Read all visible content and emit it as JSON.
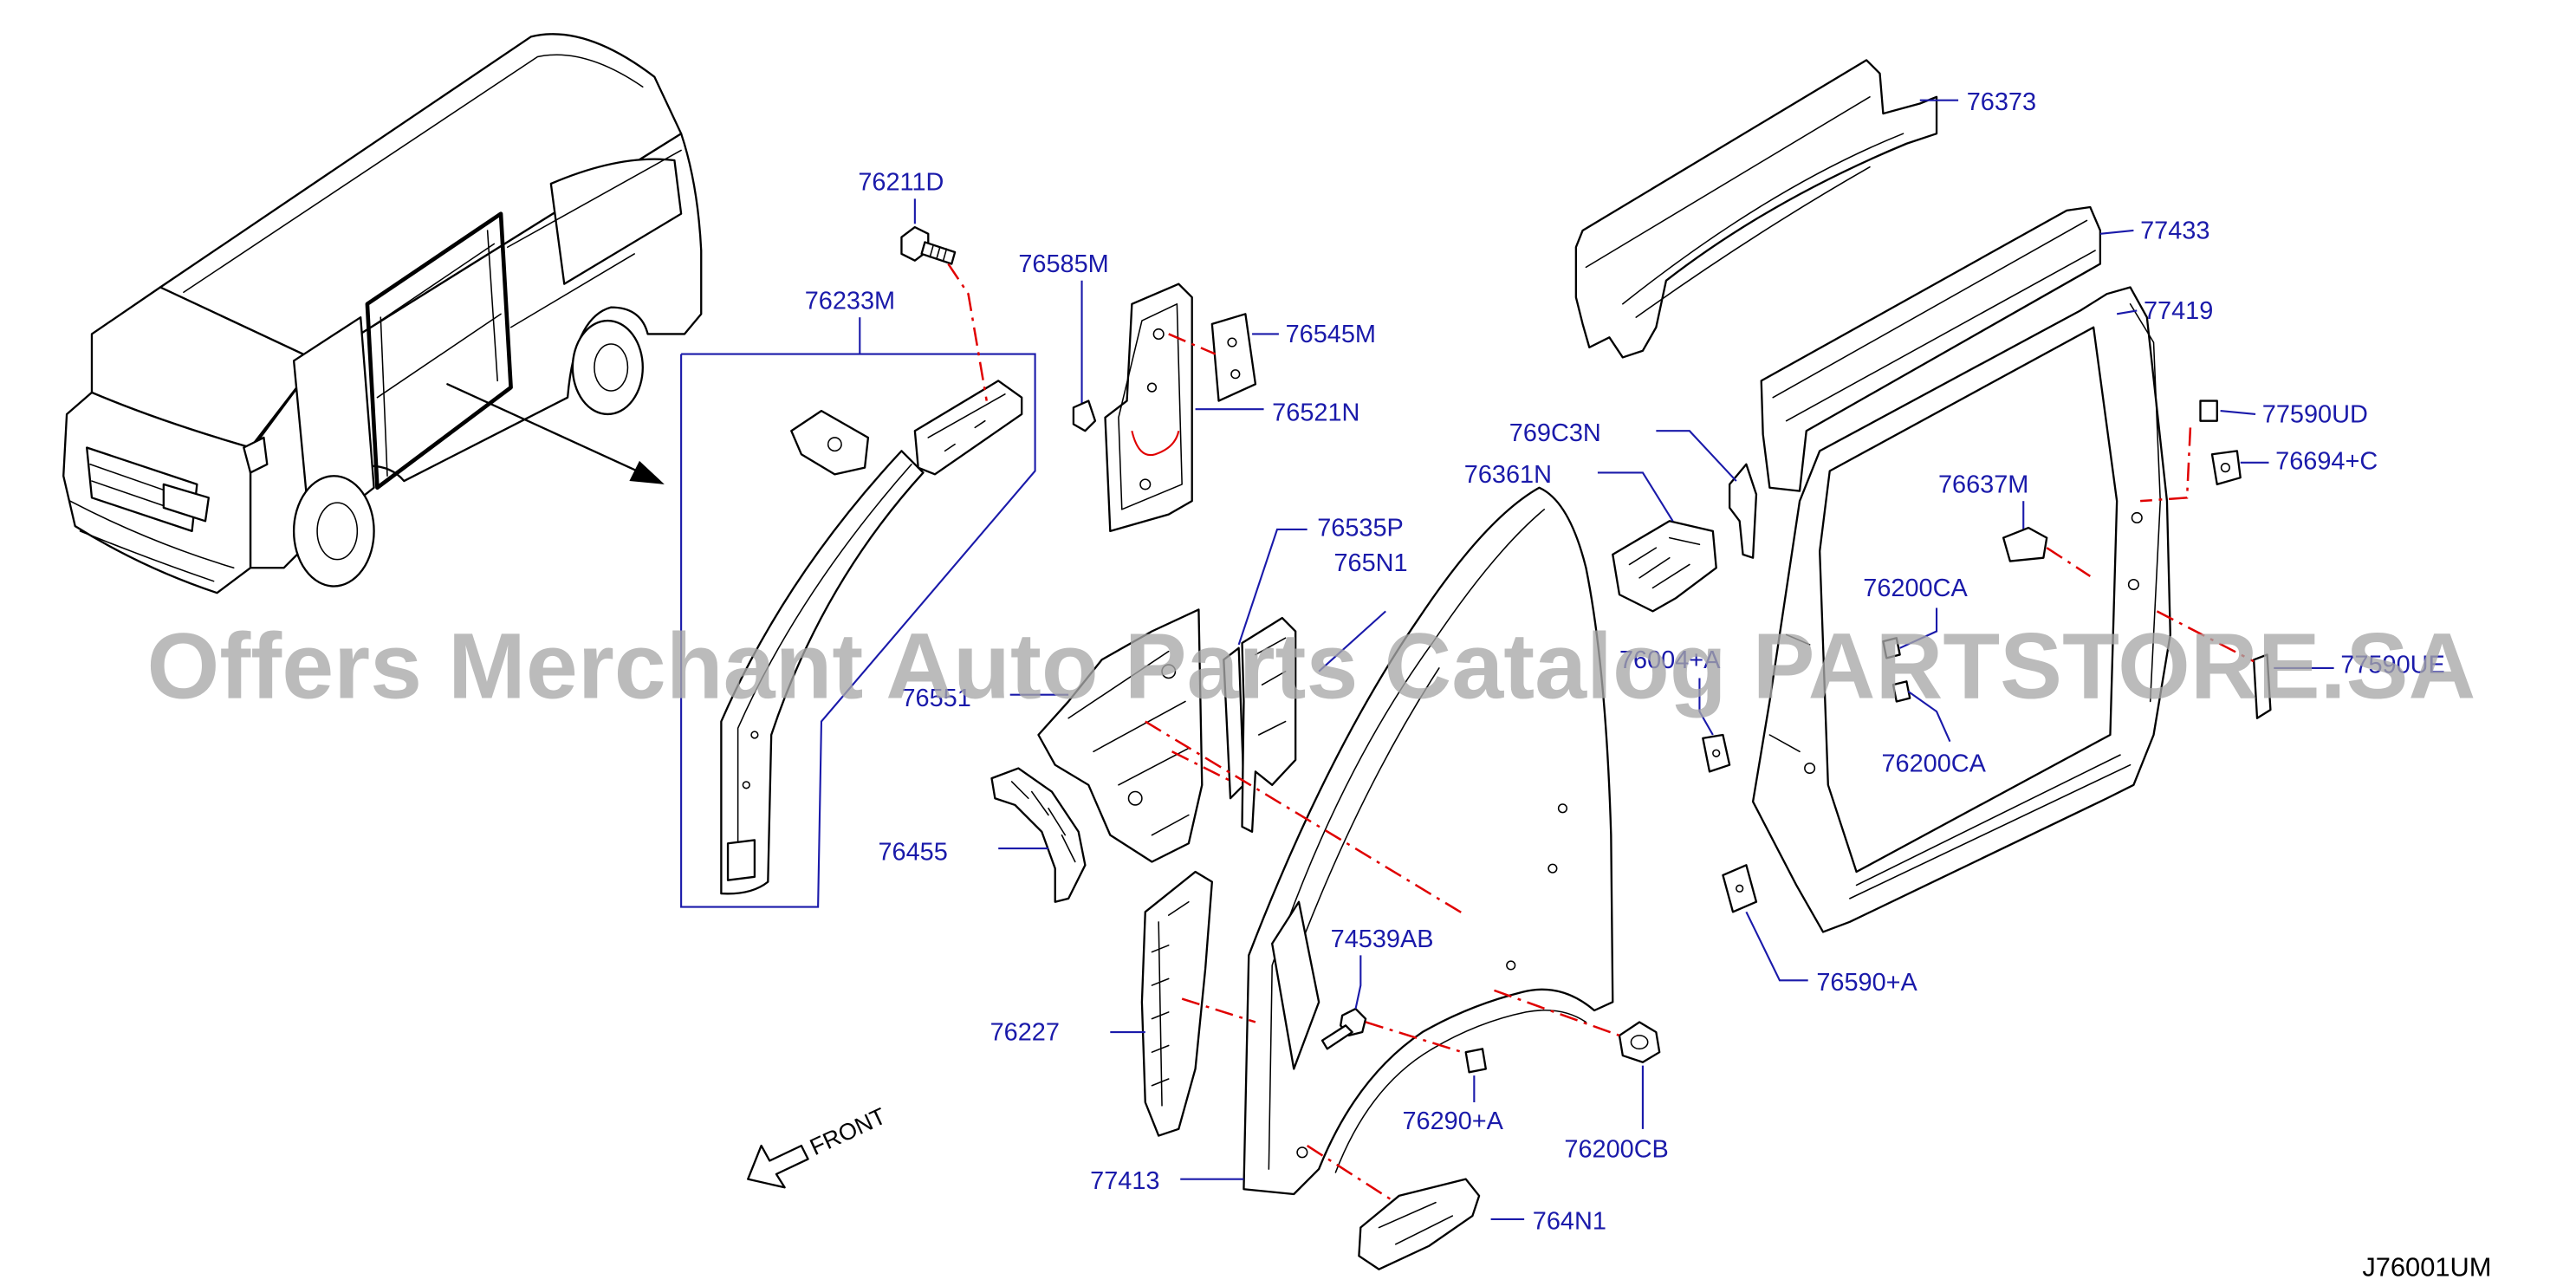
{
  "callouts": [
    "76211D",
    "76233M",
    "76585M",
    "76545M",
    "76521N",
    "76373",
    "77433",
    "77419",
    "769C3N",
    "76361N",
    "77590UD",
    "76694+C",
    "76637M",
    "76535P",
    "765N1",
    "76200CA",
    "76004+A",
    "76551",
    "77590UE",
    "76200CA",
    "76455",
    "74539AB",
    "76590+A",
    "76227",
    "76290+A",
    "76200CB",
    "77413",
    "764N1"
  ],
  "front_label": "FRONT",
  "diagram_code": "J76001UM",
  "watermark": "Offers Merchant Auto Parts Catalog PARTSTORE.SA",
  "colors": {
    "callout_text": "#1a1aaa",
    "alignment_line": "#e00000",
    "outline": "#000000",
    "watermark": "#a8a8a8",
    "diagram_code": "#000000"
  }
}
